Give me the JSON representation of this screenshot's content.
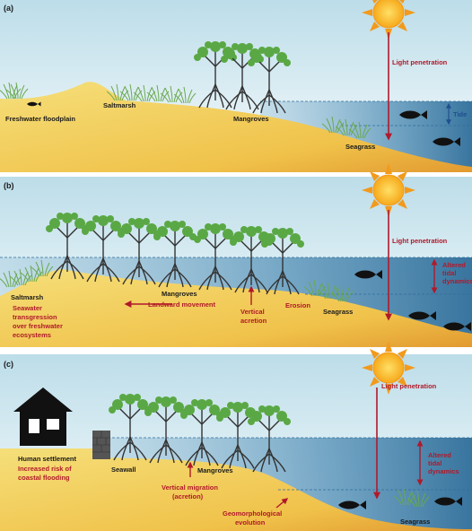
{
  "panels": {
    "a": {
      "tag": "(a)",
      "freshwater": "Freshwater floodplain",
      "saltmarsh": "Saltmarsh",
      "mangroves": "Mangroves",
      "seagrass": "Seagrass",
      "light": "Light penetration",
      "tide": "Tide"
    },
    "b": {
      "tag": "(b)",
      "saltmarsh": "Saltmarsh",
      "seawater_1": "Seawater",
      "seawater_2": "transgression",
      "seawater_3": "over freshwater",
      "seawater_4": "ecosystems",
      "mangroves": "Mangroves",
      "landward": "Landward movement",
      "vertical_1": "Vertical",
      "vertical_2": "acretion",
      "erosion": "Erosion",
      "seagrass": "Seagrass",
      "light": "Light penetration",
      "altered_1": "Altered",
      "altered_2": "tidal",
      "altered_3": "dynamics"
    },
    "c": {
      "tag": "(c)",
      "human": "Human settlement",
      "risk_1": "Increased risk of",
      "risk_2": "coastal flooding",
      "seawall": "Seawall",
      "mangroves": "Mangroves",
      "vertical_1": "Vertical migration",
      "vertical_2": "(acretion)",
      "geo_1": "Geomorphological",
      "geo_2": "evolution",
      "seagrass": "Seagrass",
      "light": "Light penetration",
      "altered_1": "Altered",
      "altered_2": "tidal",
      "altered_3": "dynamics"
    }
  },
  "colors": {
    "sky_top": "#cfe6ee",
    "sand": "#f2d46a",
    "sand_dark": "#e0a83a",
    "water": "#4f8bb0",
    "water_deep": "#2f6e9a",
    "mangrove_root": "#3a3a3a",
    "leaf": "#5aa845",
    "arrow_red": "#b0192a",
    "arrow_blue": "#1e4f8f",
    "sun": "#f6b820"
  }
}
